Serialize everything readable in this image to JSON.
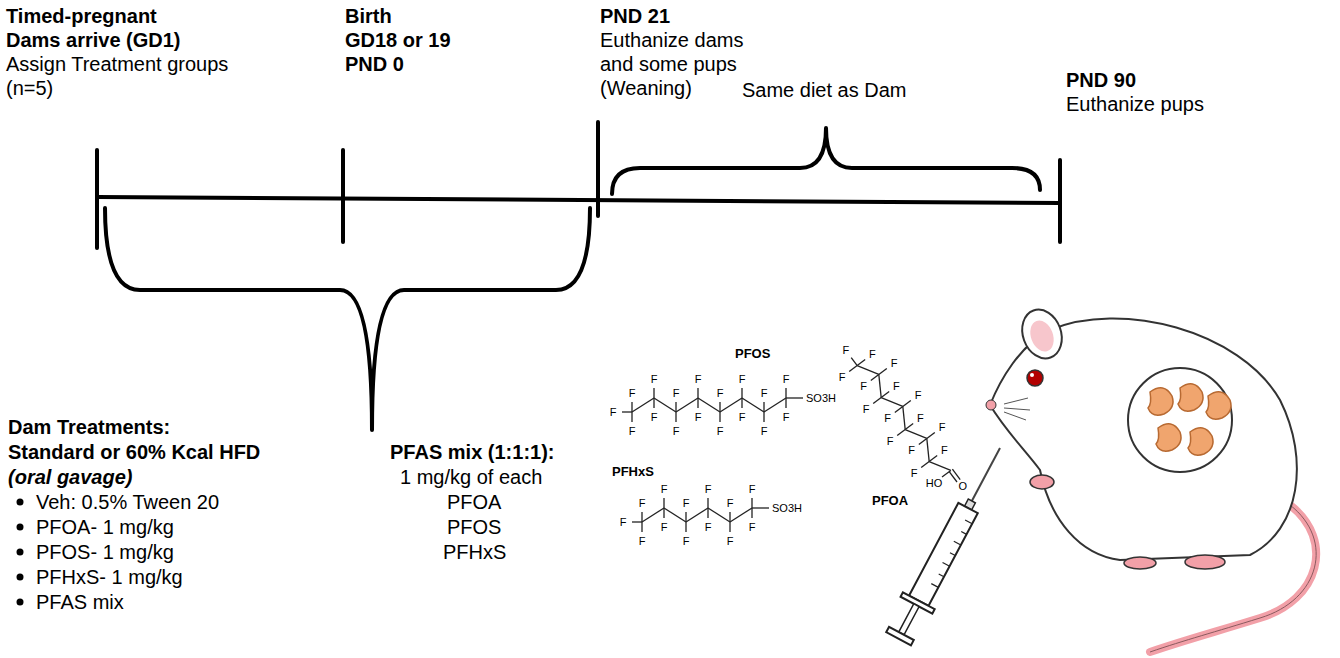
{
  "diagram": {
    "labels": [
      "Timed-pregnant",
      "Dams arrive (GD1)",
      "Assign Treatment groups",
      "(n=5)",
      "Birth",
      "GD18 or 19",
      "PND 0",
      "PND 21",
      "Euthanize dams",
      "and some pups",
      "(Weaning)",
      "Same diet as Dam",
      "PND 90",
      "Euthanize pups",
      "Dam Treatments:",
      "Standard or 60% Kcal HFD",
      "(oral gavage)",
      "Veh: 0.5% Tween 20",
      "PFOA- 1 mg/kg",
      "PFOS- 1 mg/kg",
      "PFHxS- 1 mg/kg",
      "PFAS mix",
      "PFAS mix (1:1:1):",
      "1 mg/kg of each",
      "PFOA",
      "PFOS",
      "PFHxS",
      "PFOS",
      "PFOA",
      "PFHxS",
      "F",
      "F",
      "F",
      "F",
      "F",
      "F",
      "F",
      "F",
      "F",
      "F",
      "F",
      "F",
      "F",
      "F",
      "F",
      "F",
      "F",
      "SO3H",
      "F",
      "F",
      "F",
      "F",
      "F",
      "F",
      "F",
      "F",
      "F",
      "F",
      "F",
      "F",
      "F",
      "F",
      "F",
      "HO",
      "O",
      "F",
      "F",
      "F",
      "F",
      "F",
      "F",
      "F",
      "F",
      "F",
      "F",
      "F",
      "F",
      "F",
      "SO3H"
    ]
  }
}
